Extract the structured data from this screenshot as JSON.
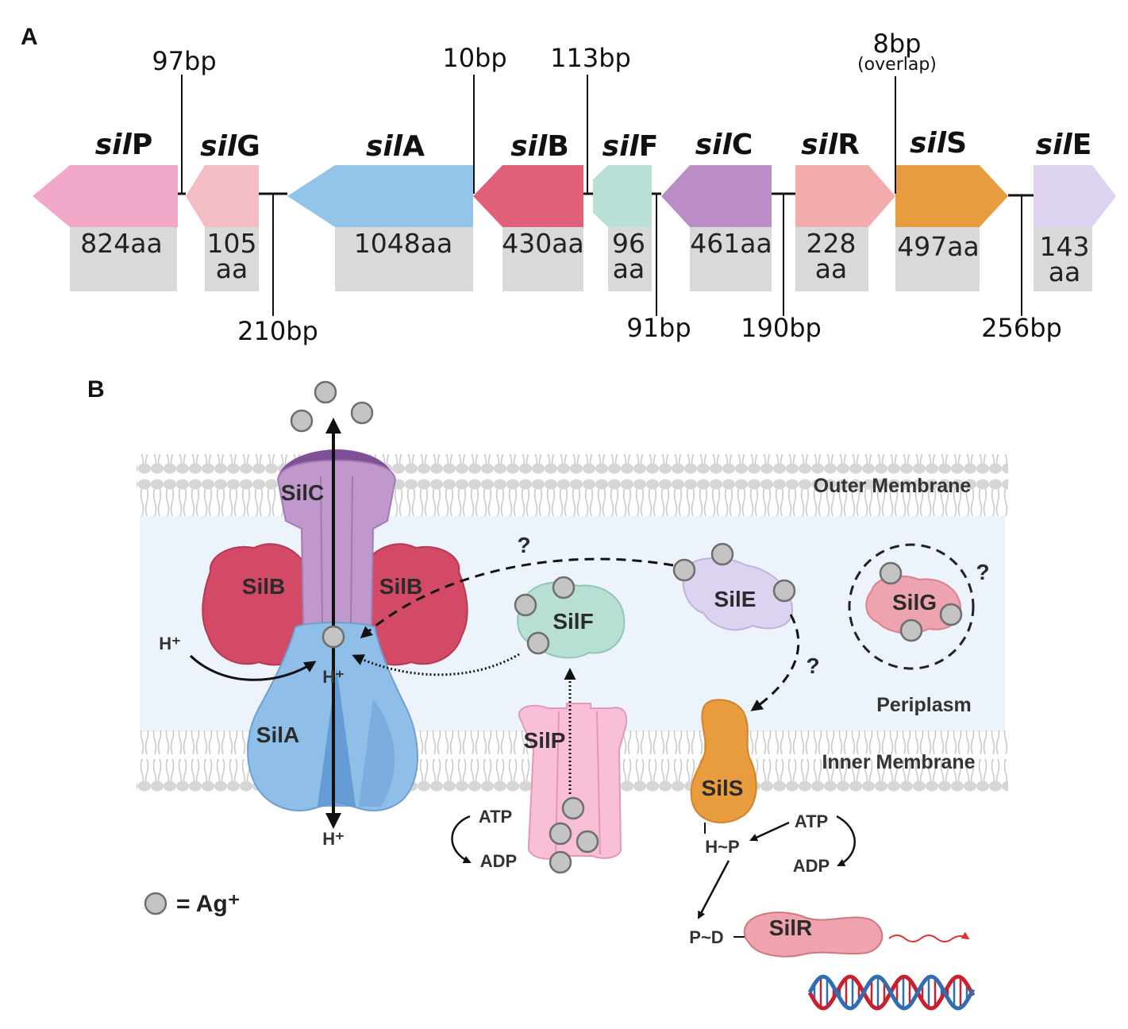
{
  "panel_a": {
    "label": "A",
    "genes": [
      {
        "id": "silP",
        "prefix": "sil",
        "suffix": "P",
        "size": [
          "824aa"
        ],
        "color": "#f2a9c9"
      },
      {
        "id": "silG",
        "prefix": "sil",
        "suffix": "G",
        "size": [
          "105",
          "aa"
        ],
        "color": "#f4bcc4"
      },
      {
        "id": "silA",
        "prefix": "sil",
        "suffix": "A",
        "size": [
          "1048aa"
        ],
        "color": "#93c5ea"
      },
      {
        "id": "silB",
        "prefix": "sil",
        "suffix": "B",
        "size": [
          "430aa"
        ],
        "color": "#e0607a"
      },
      {
        "id": "silF",
        "prefix": "sil",
        "suffix": "F",
        "size": [
          "96",
          "aa"
        ],
        "color": "#b9dfd6"
      },
      {
        "id": "silC",
        "prefix": "sil",
        "suffix": "C",
        "size": [
          "461aa"
        ],
        "color": "#bb8dc6"
      },
      {
        "id": "silR",
        "prefix": "sil",
        "suffix": "R",
        "size": [
          "228",
          "aa"
        ],
        "color": "#f3acad"
      },
      {
        "id": "silS",
        "prefix": "sil",
        "suffix": "S",
        "size": [
          "497aa"
        ],
        "color": "#e89c3e"
      },
      {
        "id": "silE",
        "prefix": "sil",
        "suffix": "E",
        "size": [
          "143",
          "aa"
        ],
        "color": "#ddd3f1"
      }
    ],
    "spacers": [
      {
        "label": "97bp"
      },
      {
        "label": "210bp"
      },
      {
        "label": "10bp"
      },
      {
        "label": "113bp"
      },
      {
        "label": "91bp"
      },
      {
        "label": "190bp"
      },
      {
        "label": "8bp",
        "note": "(overlap)"
      },
      {
        "label": "256bp"
      }
    ]
  },
  "panel_b": {
    "label": "B",
    "membranes": {
      "outer": "Outer Membrane",
      "inner": "Inner Membrane",
      "periplasm": "Periplasm"
    },
    "proteins": {
      "silC": "SilC",
      "silB_left": "SilB",
      "silB_right": "SilB",
      "silA": "SilA",
      "silF": "SilF",
      "silE": "SilE",
      "silG": "SilG",
      "silP": "SilP",
      "silS": "SilS",
      "silR": "SilR"
    },
    "labels": {
      "h_plus_in": "H⁺",
      "h_plus_channel": "H⁺",
      "h_plus_out": "H⁺",
      "q1": "?",
      "q2": "?",
      "q3": "?",
      "atp_p": "ATP",
      "adp_p": "ADP",
      "atp_s": "ATP",
      "adp_s": "ADP",
      "h_p": "H~P",
      "p_d": "P~D"
    },
    "legend": {
      "text": "= Ag⁺"
    },
    "colors": {
      "silver_ion": "#c4c4c4",
      "periplasm": "#edf3fb",
      "membrane_head": "#d6d6d6",
      "dna_red": "#c8202e",
      "dna_blue": "#2f6fb0"
    }
  }
}
